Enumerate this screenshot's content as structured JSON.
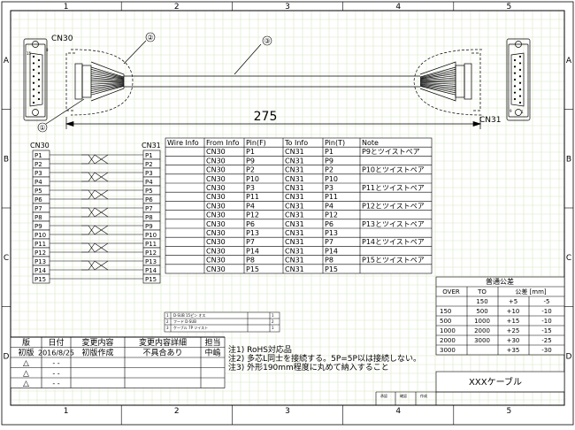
{
  "border": {
    "cols": [
      "1",
      "2",
      "3",
      "4",
      "5"
    ],
    "rows": [
      "A",
      "B",
      "C",
      "D"
    ]
  },
  "cable": {
    "length_label": "275",
    "connector_left": "CN30",
    "connector_right": "CN31",
    "balloons": [
      "①",
      "②",
      "③"
    ],
    "pin_labels": [
      "15",
      "8",
      "1",
      "9"
    ]
  },
  "wiring_diagram": {
    "left_header": "CN30",
    "right_header": "CN31",
    "pins": [
      "P1",
      "P2",
      "P3",
      "P4",
      "P5",
      "P6",
      "P7",
      "P8",
      "P9",
      "P10",
      "P11",
      "P12",
      "P13",
      "P14",
      "P15"
    ]
  },
  "wire_table": {
    "headers": [
      "Wire Info",
      "From Info",
      "Pin(F)",
      "To Info",
      "Pin(T)",
      "Note"
    ],
    "rows": [
      [
        "",
        "CN30",
        "P1",
        "CN31",
        "P1",
        "P9とツイストペア"
      ],
      [
        "",
        "CN30",
        "P9",
        "CN31",
        "P9",
        ""
      ],
      [
        "",
        "CN30",
        "P2",
        "CN31",
        "P2",
        "P10とツイストペア"
      ],
      [
        "",
        "CN30",
        "P10",
        "CN31",
        "P10",
        ""
      ],
      [
        "",
        "CN30",
        "P3",
        "CN31",
        "P3",
        "P11とツイストペア"
      ],
      [
        "",
        "CN30",
        "P11",
        "CN31",
        "P11",
        ""
      ],
      [
        "",
        "CN30",
        "P4",
        "CN31",
        "P4",
        "P12とツイストペア"
      ],
      [
        "",
        "CN30",
        "P12",
        "CN31",
        "P12",
        ""
      ],
      [
        "",
        "CN30",
        "P6",
        "CN31",
        "P6",
        "P13とツイストペア"
      ],
      [
        "",
        "CN30",
        "P13",
        "CN31",
        "P13",
        ""
      ],
      [
        "",
        "CN30",
        "P7",
        "CN31",
        "P7",
        "P14とツイストペア"
      ],
      [
        "",
        "CN30",
        "P14",
        "CN31",
        "P14",
        ""
      ],
      [
        "",
        "CN30",
        "P8",
        "CN31",
        "P8",
        "P15とツイストペア"
      ],
      [
        "",
        "CN30",
        "P15",
        "CN31",
        "P15",
        ""
      ]
    ]
  },
  "tolerance_table": {
    "title": "普通公差",
    "headers": [
      "OVER",
      "TO",
      "公差 [mm]"
    ],
    "rows": [
      [
        "",
        "150",
        "+5",
        "-5"
      ],
      [
        "150",
        "500",
        "+10",
        "-10"
      ],
      [
        "500",
        "1000",
        "+15",
        "-10"
      ],
      [
        "1000",
        "2000",
        "+25",
        "-15"
      ],
      [
        "2000",
        "3000",
        "+30",
        "-25"
      ],
      [
        "3000",
        "",
        "+35",
        "-30"
      ]
    ]
  },
  "revision_table": {
    "headers": [
      "版",
      "日付",
      "変更内容",
      "変更内容詳細",
      "担当"
    ],
    "rows": [
      [
        "初版",
        "2016/8/25",
        "初版作成",
        "不具合あり",
        "中嶋"
      ],
      [
        "△",
        "-  -",
        "",
        "",
        ""
      ],
      [
        "△",
        "-  -",
        "",
        "",
        ""
      ],
      [
        "△",
        "-  -",
        "",
        "",
        ""
      ]
    ]
  },
  "notes": [
    "注1) RoHS対応品",
    "注2) 多芯L同士を接続する。5P=5P以は接続しない。",
    "注3) 外形190mm程度に丸めて納入すること"
  ],
  "title_block": {
    "title": "XXXケーブル",
    "small_labels": [
      "承認",
      "確認",
      "作成"
    ]
  },
  "parts_list": {
    "rows": [
      [
        "1",
        "D-SUB 15ピン オス",
        "",
        "1"
      ],
      [
        "2",
        "フード D-SUB",
        "",
        "2"
      ],
      [
        "3",
        "ケーブル 7P ツイスト",
        "",
        "1"
      ]
    ]
  },
  "colors": {
    "line": "#000000",
    "grid": "#d8e7c4",
    "paper": "#ffffff"
  }
}
